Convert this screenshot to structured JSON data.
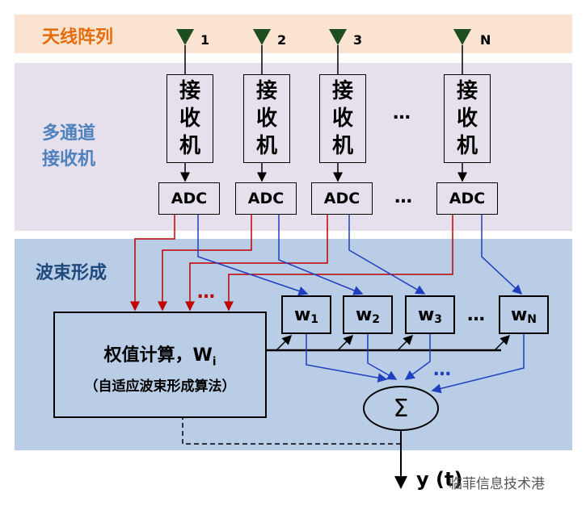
{
  "sections": {
    "antenna": "天线阵列",
    "receiver_line1": "多通道",
    "receiver_line2": "接收机",
    "beamforming": "波束形成"
  },
  "antennas": [
    "1",
    "2",
    "3",
    "N"
  ],
  "receiver_label": "接收机",
  "adc_label": "ADC",
  "weights": [
    {
      "w": "w",
      "sub": "1"
    },
    {
      "w": "w",
      "sub": "2"
    },
    {
      "w": "w",
      "sub": "3"
    },
    {
      "w": "w",
      "sub": "N"
    }
  ],
  "weight_calc": {
    "title": "权值计算，W",
    "title_sub": "i",
    "subtitle": "（自适应波束形成算法）"
  },
  "ellipsis": "…",
  "red_ellipsis": "…",
  "sum_symbol": "Σ",
  "output_label": "y (t)",
  "watermark": "临菲信息技术港",
  "colors": {
    "red": "#c00000",
    "blue": "#1f3fbf",
    "antenna": "#1e4d1e"
  }
}
